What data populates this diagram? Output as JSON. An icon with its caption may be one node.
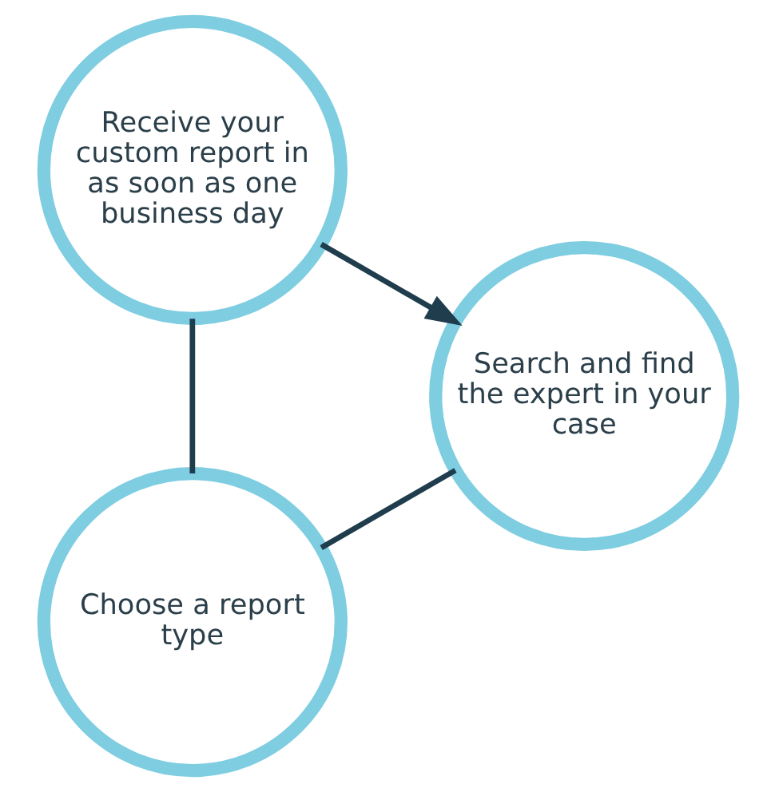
{
  "diagram": {
    "nodes": [
      {
        "text": [
          "Choose a report type"
        ]
      },
      {
        "text": [
          "Search and find the expert in your case"
        ]
      },
      {
        "text": [
          "Receive your custom report in as soon as one business day"
        ]
      }
    ],
    "edges": [
      {
        "from": 1,
        "to": 0,
        "arrow": "none"
      },
      {
        "from": 0,
        "to": 2,
        "arrow": "none"
      },
      {
        "from": 2,
        "to": 1,
        "arrow": "to"
      }
    ]
  }
}
